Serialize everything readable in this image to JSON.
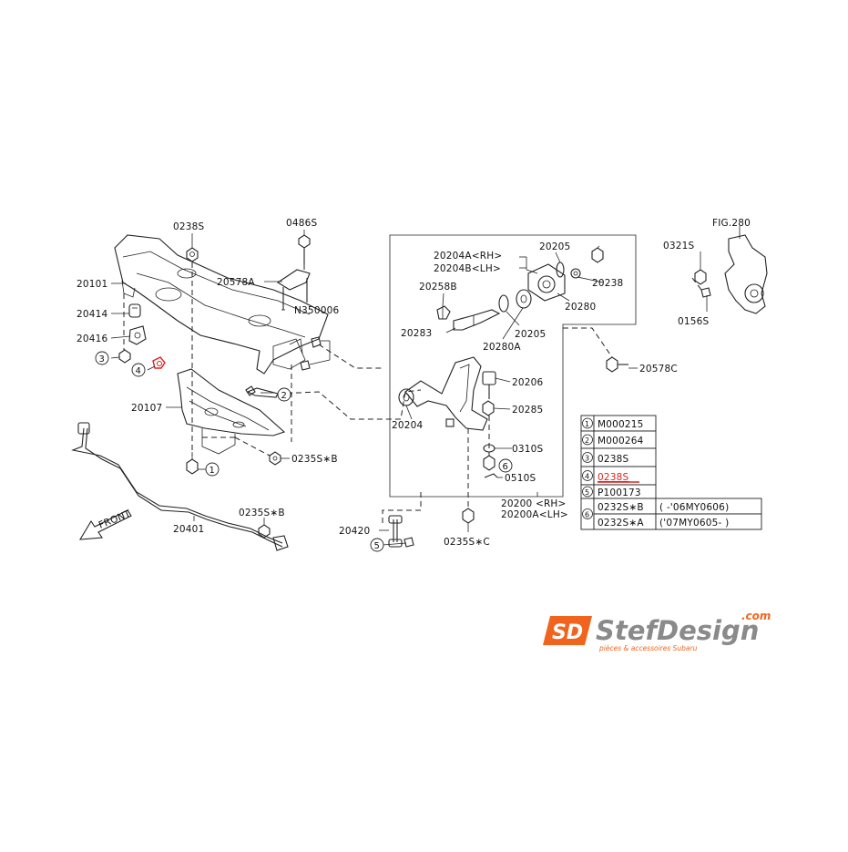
{
  "labels": {
    "p0238s_top": "0238S",
    "p0486s": "0486S",
    "p20101": "20101",
    "p20578a": "20578A",
    "pN350006": "N350006",
    "p20414": "20414",
    "p20416": "20416",
    "p20107": "20107",
    "p0235sb_sub": "0235S∗B",
    "p0235sb_bar": "0235S∗B",
    "p20401": "20401",
    "p20420": "20420",
    "p0235sc": "0235S∗C",
    "p20204a": "20204A<RH>",
    "p20204b": "20204B<LH>",
    "p20205_top": "20205",
    "p20238": "20238",
    "p20258b": "20258B",
    "p20280": "20280",
    "p20283": "20283",
    "p20205_mid": "20205",
    "p20280a": "20280A",
    "p20578c": "20578C",
    "p20206": "20206",
    "p20204": "20204",
    "p20285": "20285",
    "p0310s": "0310S",
    "p0510s": "0510S",
    "p20200": "20200 <RH>",
    "p20200a": "20200A<LH>",
    "fig280": "FIG.280",
    "p0321s": "0321S",
    "p0156s": "0156S",
    "front": "FRONT",
    "callouts": [
      "1",
      "2",
      "3",
      "4",
      "5",
      "6"
    ]
  },
  "legend": [
    {
      "num": "1",
      "code": "M000215",
      "note": ""
    },
    {
      "num": "2",
      "code": "M000264",
      "note": ""
    },
    {
      "num": "3",
      "code": "0238S",
      "note": ""
    },
    {
      "num": "4",
      "code": "0238S",
      "note": ""
    },
    {
      "num": "5",
      "code": "P100173",
      "note": ""
    },
    {
      "num": "6",
      "code": "0232S∗B",
      "note": "(   -'06MY0606)"
    },
    {
      "num": "",
      "code": "0232S∗A",
      "note": "('07MY0605-   )"
    }
  ],
  "logo": {
    "badge": "SD",
    "name": "StefDesign",
    "domain": ".com",
    "tagline": "pièces & accessoires Subaru"
  },
  "colors": {
    "ink": "#222222",
    "highlight": "#e02020",
    "logo_orange": "#f0641e",
    "logo_grey": "#8a8a8a"
  }
}
